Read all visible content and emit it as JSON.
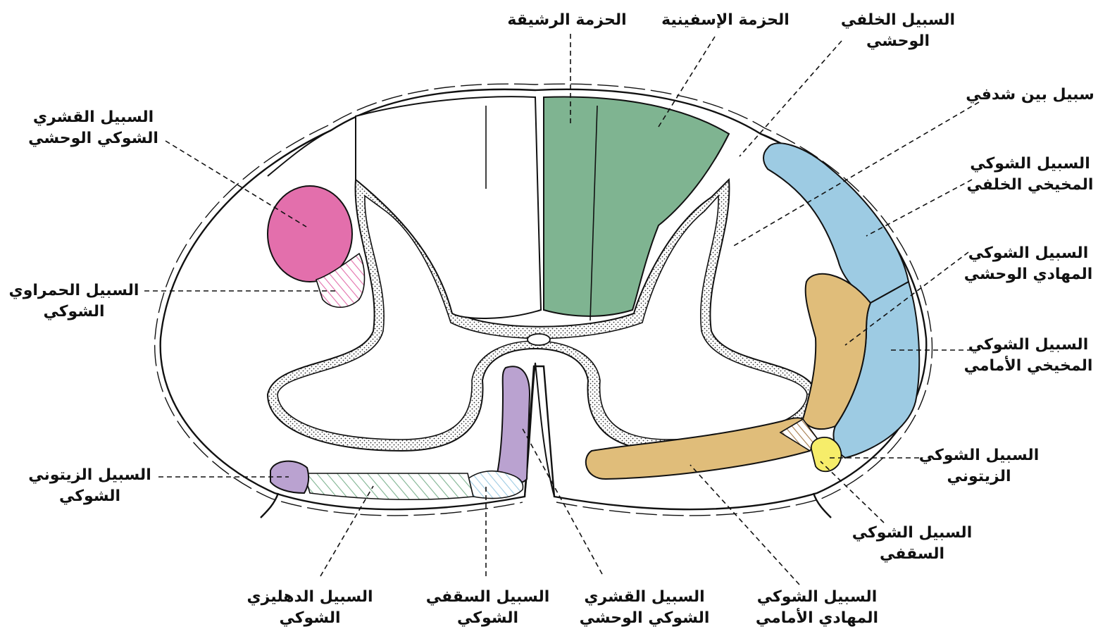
{
  "colors": {
    "fasciculus_gracilis": "#ffffff",
    "fasciculus_cuneatus": "#7fb491",
    "posterior_spinocerebellar": "#9dcbe3",
    "anterior_spinocerebellar": "#9dcbe3",
    "lateral_spinothalamic": "#e0bd7a",
    "anterior_spinothalamic": "#e0bd7a",
    "spino_olivary": "#f6ed6a",
    "spinotectal_hatch": "#a47a4a",
    "lateral_corticospinal": "#e36fac",
    "rubrospinal_hatch": "#e36fac",
    "anterior_corticospinal": "#baa2d0",
    "olivospinal": "#baa2d0",
    "vestibulospinal_hatch": "#7fb491",
    "tectospinal_hatch": "#9dcbe3",
    "gray_matter_border": "#e8e8e8"
  },
  "labels": {
    "gracilis": "الحزمة الرشيقة",
    "cuneatus": "الحزمة الإسفينية",
    "dorsolateral": [
      "السبيل الخلفي",
      "الوحشي"
    ],
    "intersegmental": "سبيل بين شدفي",
    "posterior_spinocerebellar": [
      "السبيل الشوكي",
      "المخيخي الخلفي"
    ],
    "lateral_spinothalamic": [
      "السبيل الشوكي",
      "المهادي الوحشي"
    ],
    "anterior_spinocerebellar": [
      "السبيل الشوكي",
      "المخيخي الأمامي"
    ],
    "spino_olivary": [
      "السبيل الشوكي",
      "الزيتوني"
    ],
    "spinotectal": [
      "السبيل الشوكي",
      "السقفي"
    ],
    "anterior_spinothalamic": [
      "السبيل الشوكي",
      "المهادي الأمامي"
    ],
    "anterior_corticospinal": [
      "السبيل القشري",
      "الشوكي الوحشي"
    ],
    "tectospinal": [
      "السبيل السقفي",
      "الشوكي"
    ],
    "vestibulospinal": [
      "السبيل الدهليزي",
      "الشوكي"
    ],
    "olivospinal": [
      "السبيل الزيتوني",
      "الشوكي"
    ],
    "rubrospinal": [
      "السبيل الحمراوي",
      "الشوكي"
    ],
    "lateral_corticospinal": [
      "السبيل القشري",
      "الشوكي الوحشي"
    ]
  }
}
